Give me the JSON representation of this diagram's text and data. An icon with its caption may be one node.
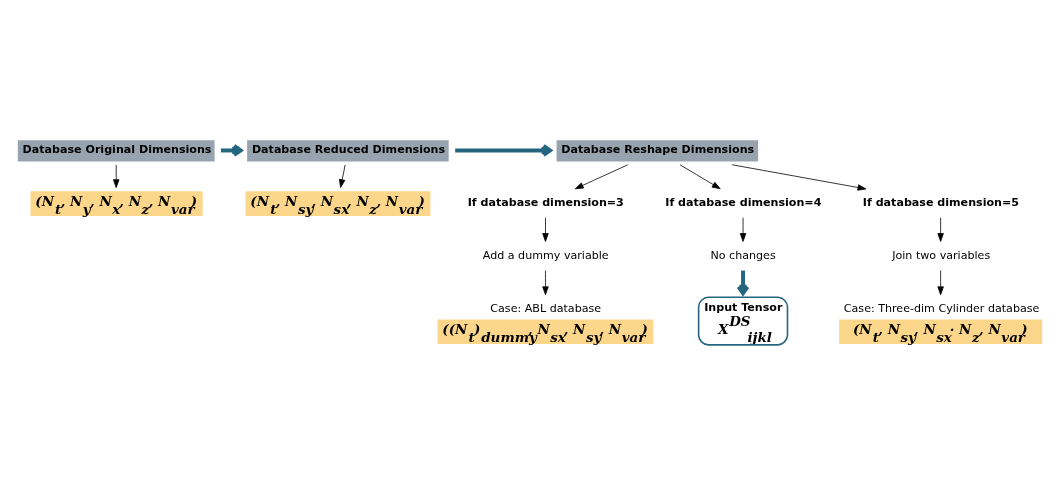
{
  "diagram": {
    "nodes": [
      {
        "text": [
          "Database Original Dimensions"
        ]
      },
      {
        "text": [
          "(N$_{t}$, N$_{y}$, N$_{x}$, N$_{z}$, N$_{var}$)"
        ]
      },
      {
        "text": [
          "Database Reduced Dimensions"
        ]
      },
      {
        "text": [
          "(N$_{t}$, N$_{sy}$, N$_{sx}$, N$_{z}$, N$_{var}$)"
        ]
      },
      {
        "text": [
          "Database Reshape Dimensions"
        ]
      },
      {
        "text": [
          "If database dimension=3"
        ]
      },
      {
        "text": [
          "If database dimension=4"
        ]
      },
      {
        "text": [
          "If database dimension=5"
        ]
      },
      {
        "text": [
          "Add a dummy variable"
        ]
      },
      {
        "text": [
          "No changes"
        ]
      },
      {
        "text": [
          "Join two variables"
        ]
      },
      {
        "text": [
          "Case: ABL database",
          "((N$_{t}$)$_{dummy}$, N$_{sx}$, N$_{sy}$, N$_{var}$)"
        ]
      },
      {
        "text": [
          "Case: Three-dim Cylinder database",
          "(N$_{t}$, N$_{sy}$, N$_{sx}$· N$_{z}$, N$_{var}$)"
        ]
      },
      {
        "text": [
          "Input Tensor",
          "X$^{DS}$$_{ijkl}$"
        ]
      }
    ],
    "edges": [
      {
        "from": 0,
        "to": 2,
        "arrow": "to",
        "style": "thick",
        "color": "#24657f"
      },
      {
        "from": 2,
        "to": 4,
        "arrow": "to",
        "style": "thick",
        "color": "#24657f"
      },
      {
        "from": 0,
        "to": 1,
        "arrow": "to"
      },
      {
        "from": 2,
        "to": 3,
        "arrow": "to"
      },
      {
        "from": 4,
        "to": 5,
        "arrow": "to"
      },
      {
        "from": 4,
        "to": 6,
        "arrow": "to"
      },
      {
        "from": 4,
        "to": 7,
        "arrow": "to"
      },
      {
        "from": 5,
        "to": 8,
        "arrow": "to"
      },
      {
        "from": 6,
        "to": 9,
        "arrow": "to"
      },
      {
        "from": 7,
        "to": 10,
        "arrow": "to"
      },
      {
        "from": 8,
        "to": 11,
        "arrow": "to"
      },
      {
        "from": 10,
        "to": 12,
        "arrow": "to"
      },
      {
        "from": 9,
        "to": 13,
        "arrow": "to",
        "style": "thick",
        "color": "#24657f"
      }
    ]
  }
}
